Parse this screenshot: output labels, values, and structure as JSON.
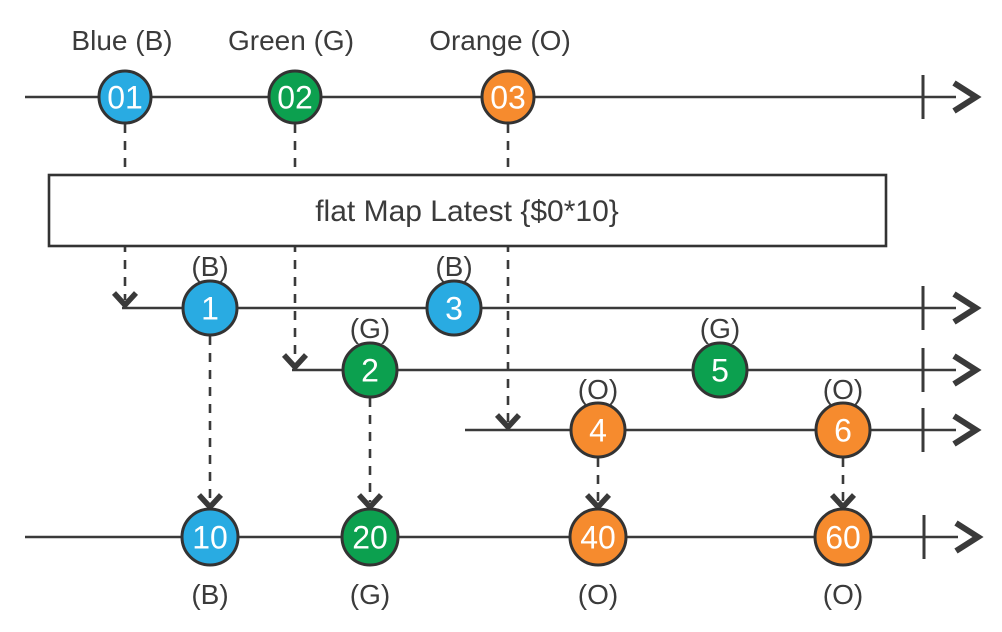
{
  "colors": {
    "blue": "#29ABE2",
    "green": "#0CA04F",
    "orange": "#F68B2E",
    "line": "#3a3a3a"
  },
  "operator_box": {
    "label": "flat Map Latest {$0*10}"
  },
  "source_stream": {
    "legend": [
      "Blue (B)",
      "Green (G)",
      "Orange (O)"
    ],
    "marbles": [
      {
        "value": "01",
        "color_name": "blue"
      },
      {
        "value": "02",
        "color_name": "green"
      },
      {
        "value": "03",
        "color_name": "orange"
      }
    ]
  },
  "inner_streams": [
    {
      "color_name": "blue",
      "marbles": [
        {
          "value": "1",
          "tag": "(B)"
        },
        {
          "value": "3",
          "tag": "(B)"
        }
      ]
    },
    {
      "color_name": "green",
      "marbles": [
        {
          "value": "2",
          "tag": "(G)"
        },
        {
          "value": "5",
          "tag": "(G)"
        }
      ]
    },
    {
      "color_name": "orange",
      "marbles": [
        {
          "value": "4",
          "tag": "(O)"
        },
        {
          "value": "6",
          "tag": "(O)"
        }
      ]
    }
  ],
  "output_stream": {
    "marbles": [
      {
        "value": "10",
        "tag": "(B)",
        "color_name": "blue"
      },
      {
        "value": "20",
        "tag": "(G)",
        "color_name": "green"
      },
      {
        "value": "40",
        "tag": "(O)",
        "color_name": "orange"
      },
      {
        "value": "60",
        "tag": "(O)",
        "color_name": "orange"
      }
    ]
  }
}
